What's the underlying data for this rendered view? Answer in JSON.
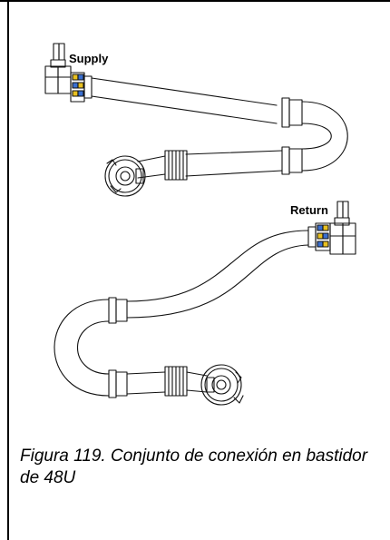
{
  "figure": {
    "supply_label": "Supply",
    "return_label": "Return",
    "connector_colors": {
      "yellow": "#e8c020",
      "blue": "#3a6fd0"
    }
  },
  "caption": "Figura 119. Conjunto de conexión en bastidor de 48U"
}
